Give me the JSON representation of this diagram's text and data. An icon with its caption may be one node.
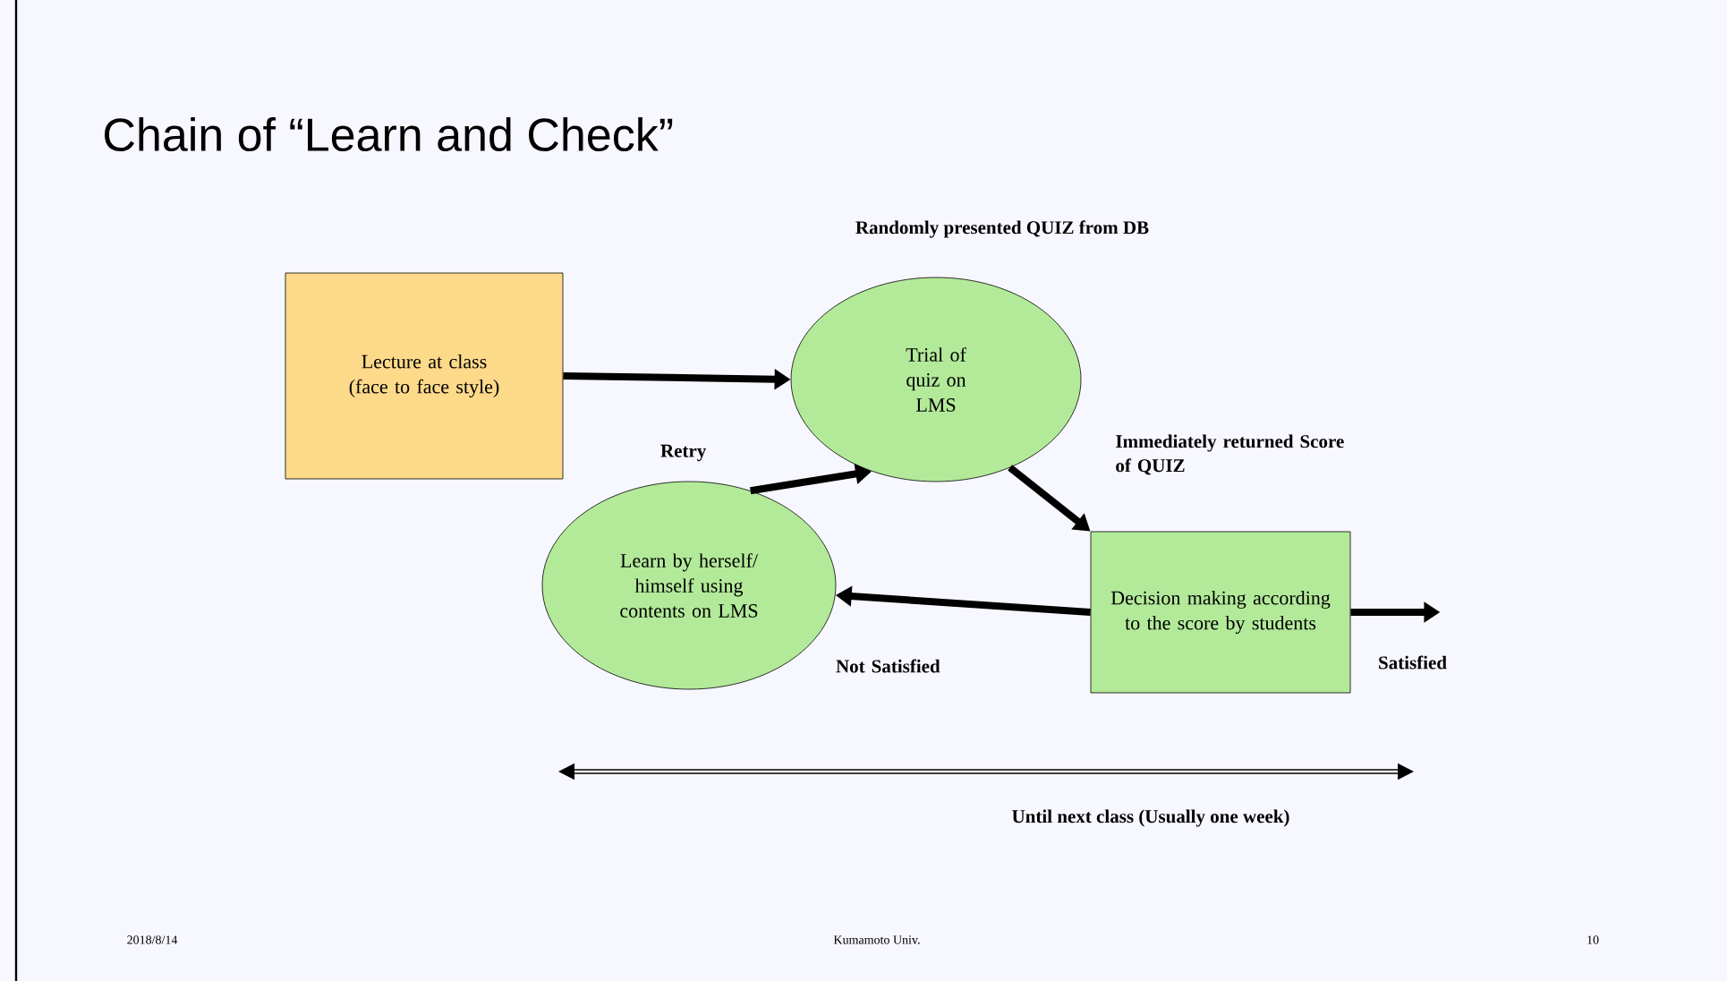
{
  "diagram": {
    "title": "Chain of “Learn and Check”",
    "nodes": [
      {
        "text": [
          "Lecture at class (face to face style)"
        ]
      },
      {
        "text": [
          "Trial of quiz on LMS"
        ]
      },
      {
        "text": [
          "Decision making according to the score by students"
        ]
      },
      {
        "text": [
          "Learn by herself/ himself using contents on LMS"
        ]
      }
    ],
    "edges": [
      {
        "from": 0,
        "to": 1,
        "arrow": "to"
      },
      {
        "from": 1,
        "to": 2,
        "arrow": "to",
        "label": "Immediately returned Score of QUIZ"
      },
      {
        "from": 2,
        "to": 3,
        "arrow": "to",
        "label": "Not Satisfied"
      },
      {
        "from": 2,
        "to": null,
        "arrow": "to",
        "label": "Satisfied"
      },
      {
        "from": 3,
        "to": 1,
        "arrow": "to",
        "label": "Retry"
      }
    ],
    "labels": [
      "Randomly presented QUIZ from DB",
      "Until next class (Usually one week)",
      "2018/8/14",
      "Kumamoto Univ.",
      "10"
    ]
  }
}
